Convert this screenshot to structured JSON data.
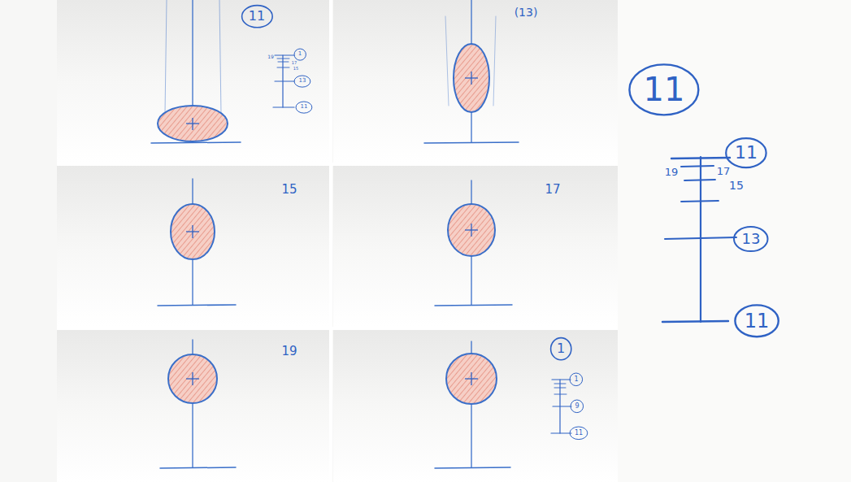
{
  "diagram": {
    "nodes": [
      {
        "text": [
          "11"
        ]
      },
      {
        "text": [
          "1"
        ]
      },
      {
        "text": [
          "13"
        ]
      },
      {
        "text": [
          "11"
        ]
      },
      {
        "text": [
          "11"
        ]
      },
      {
        "text": [
          "11"
        ]
      },
      {
        "text": [
          "13"
        ]
      },
      {
        "text": [
          "11"
        ]
      },
      {
        "text": [
          "1"
        ]
      },
      {
        "text": [
          "1"
        ]
      },
      {
        "text": [
          "9"
        ]
      },
      {
        "text": [
          "11"
        ]
      }
    ],
    "labels": [
      "19",
      "17",
      "15",
      "(13)",
      "19",
      "17",
      "15",
      "15",
      "17",
      "19"
    ]
  }
}
